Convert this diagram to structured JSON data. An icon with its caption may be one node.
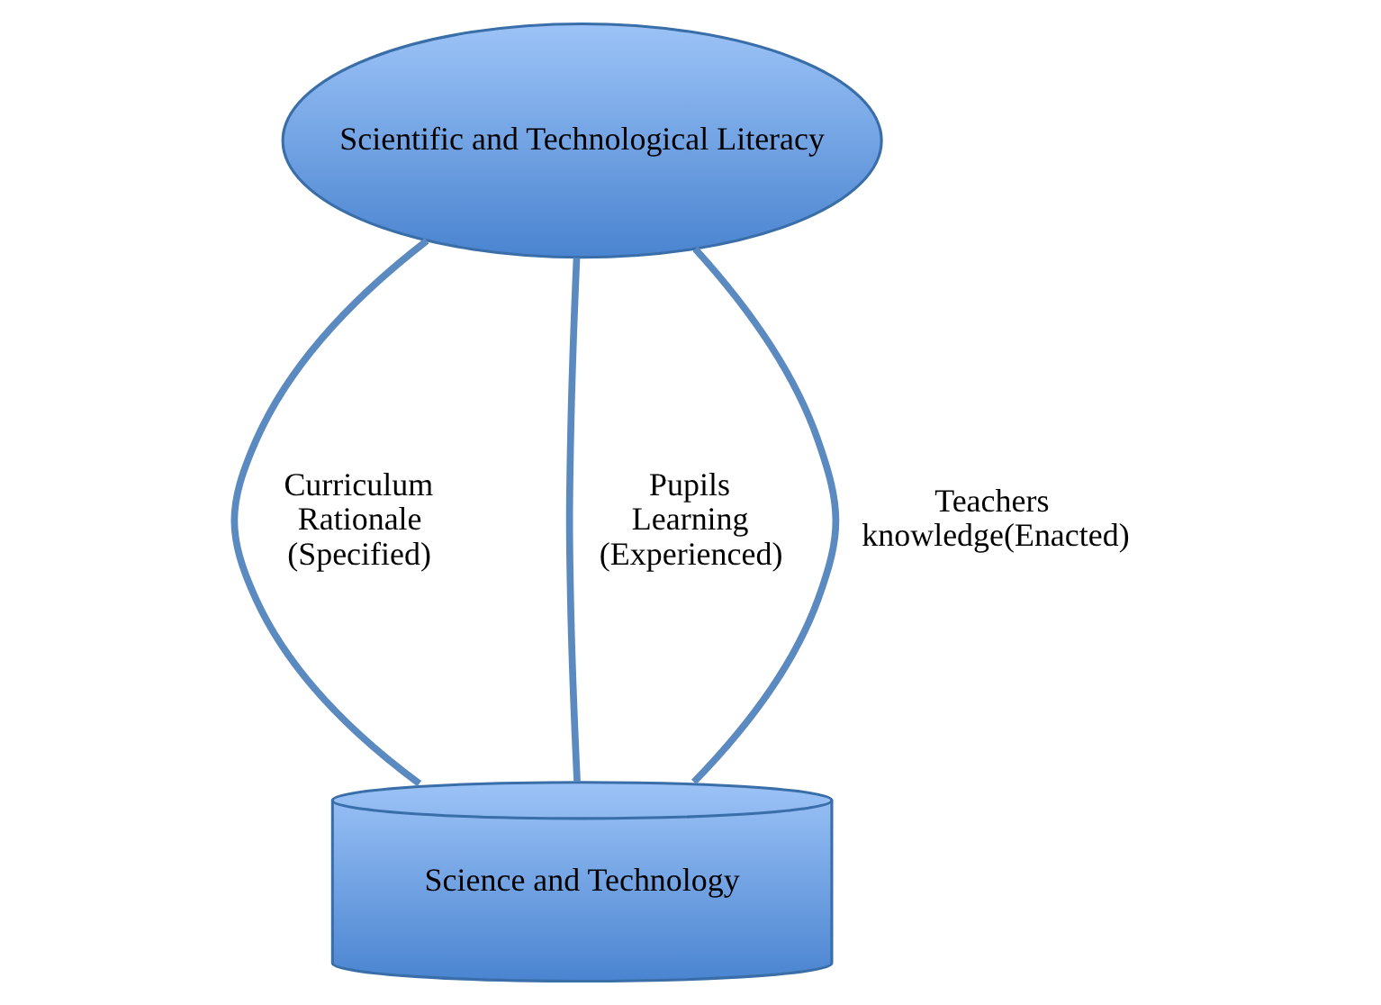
{
  "diagram": {
    "nodes": [
      {
        "text": [
          "Scientific and Technological Literacy"
        ]
      },
      {
        "text": [
          "Science and Technology"
        ]
      }
    ],
    "edges": [
      {
        "from": 0,
        "to": 1,
        "arrow": "none",
        "label": "Curriculum Rationale (Specified)"
      },
      {
        "from": 0,
        "to": 1,
        "arrow": "none",
        "label": "Pupils Learning (Experienced)"
      },
      {
        "from": 0,
        "to": 1,
        "arrow": "none",
        "label": "Teachers knowledge(Enacted)"
      }
    ]
  }
}
